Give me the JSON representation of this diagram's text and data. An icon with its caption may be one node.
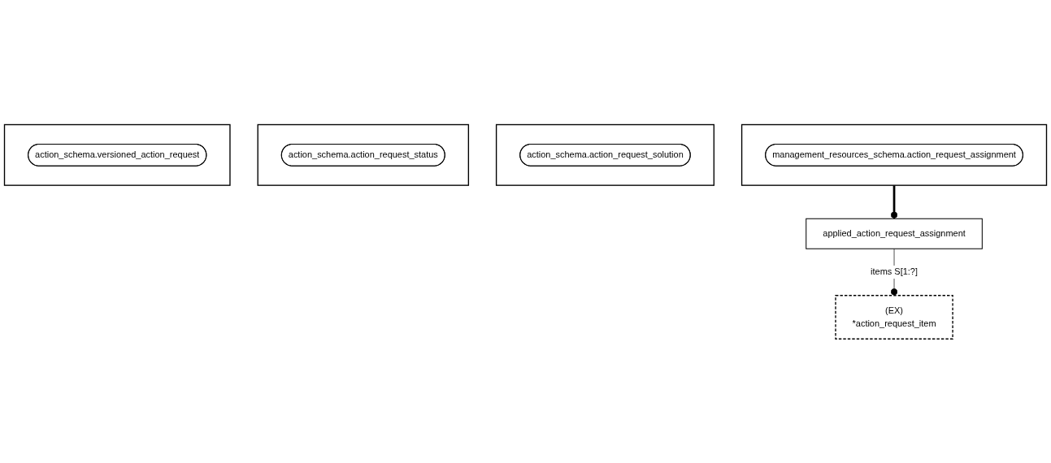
{
  "diagram": {
    "nodes": [
      {
        "text": [],
        "shape": "box"
      },
      {
        "text": [
          "management_resources_schema.action_request_assignment"
        ],
        "in": 0
      },
      {
        "text": [
          "applied_action_request_assignment"
        ]
      },
      {
        "text": [
          "(EX)",
          "*action_request_item"
        ]
      },
      {
        "text": [],
        "shape": "box"
      },
      {
        "text": [
          "action_schema.action_request_solution"
        ],
        "in": 4
      },
      {
        "text": [],
        "shape": "box"
      },
      {
        "text": [
          "action_schema.action_request_status"
        ],
        "in": 6
      },
      {
        "text": [],
        "shape": "box"
      },
      {
        "text": [
          "action_schema.versioned_action_request"
        ],
        "in": 8
      }
    ],
    "edges": [
      {
        "from": 0,
        "to": 2,
        "arrow": "other",
        "style": "thick"
      },
      {
        "from": 2,
        "to": 3,
        "arrow": "other",
        "label": "items S[1:?]"
      }
    ]
  }
}
